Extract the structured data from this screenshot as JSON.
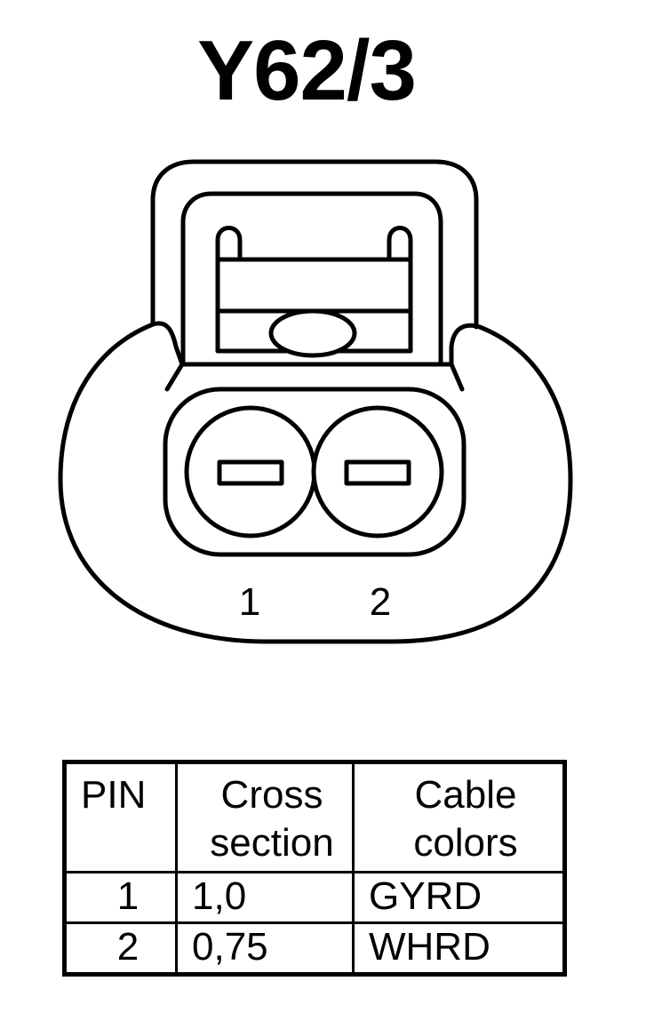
{
  "title": "Y62/3",
  "connector": {
    "pin_labels": [
      "1",
      "2"
    ]
  },
  "table": {
    "headers": {
      "pin": "PIN",
      "cross_line1": "Cross",
      "cross_line2": "section",
      "cable_line1": "Cable",
      "cable_line2": "colors"
    },
    "rows": [
      {
        "pin": "1",
        "cross_section": "1,0",
        "cable_color": "GYRD"
      },
      {
        "pin": "2",
        "cross_section": "0,75",
        "cable_color": "WHRD"
      }
    ]
  }
}
